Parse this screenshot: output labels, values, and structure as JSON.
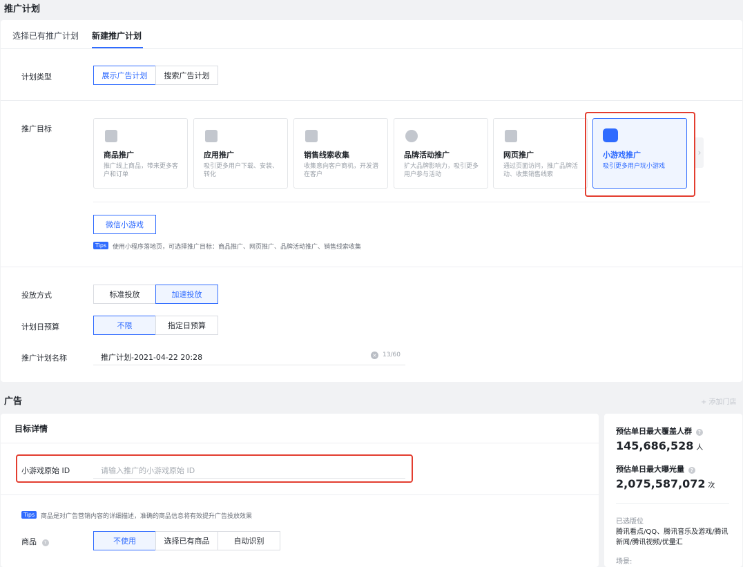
{
  "plan": {
    "section_title": "推广计划",
    "tabs": [
      {
        "label": "选择已有推广计划"
      },
      {
        "label": "新建推广计划"
      }
    ],
    "plan_type": {
      "label": "计划类型",
      "options": [
        "展示广告计划",
        "搜索广告计划"
      ]
    },
    "goal": {
      "label": "推广目标",
      "cards": [
        {
          "title": "商品推广",
          "desc": "推广线上商品，带来更多客户和订单",
          "icon": "shopping-bag-icon"
        },
        {
          "title": "应用推广",
          "desc": "吸引更多用户下载、安装、转化",
          "icon": "app-store-icon"
        },
        {
          "title": "销售线索收集",
          "desc": "收集意向客户商机，开发潜在客户",
          "icon": "lead-chart-icon"
        },
        {
          "title": "品牌活动推广",
          "desc": "扩大品牌影响力，吸引更多用户参与活动",
          "icon": "brand-check-icon"
        },
        {
          "title": "网页推广",
          "desc": "通过页面访问，推广品牌活动、收集销售线索",
          "icon": "webpage-icon"
        },
        {
          "title": "小游戏推广",
          "desc": "吸引更多用户玩小游戏",
          "icon": "game-controller-icon"
        }
      ],
      "sub_option": "微信小游戏",
      "tips_badge": "Tips",
      "tips_text": "使用小程序落地页，可选择推广目标：商品推广、网页推广、品牌活动推广、销售线索收集"
    },
    "delivery": {
      "label": "投放方式",
      "options": [
        "标准投放",
        "加速投放"
      ]
    },
    "budget": {
      "label": "计划日预算",
      "options": [
        "不限",
        "指定日预算"
      ]
    },
    "name": {
      "label": "推广计划名称",
      "value": "推广计划-2021-04-22 20:28",
      "count": "13/60"
    }
  },
  "ad": {
    "section_title": "广告",
    "add_store": "+ 添加门店",
    "target_detail": {
      "title": "目标详情",
      "game_id_label": "小游戏原始 ID",
      "game_id_placeholder": "请输入推广的小游戏原始 ID",
      "tips_badge": "Tips",
      "tips_text": "商品是对广告营销内容的详细描述，准确的商品信息将有效提升广告投放效果",
      "product_label": "商品",
      "product_options": [
        "不使用",
        "选择已有商品",
        "自动识别"
      ]
    },
    "estimate": {
      "reach_label": "预估单日最大覆盖人群",
      "reach_value": "145,686,528",
      "reach_unit": "人",
      "exposure_label": "预估单日最大曝光量",
      "exposure_value": "2,075,587,072",
      "exposure_unit": "次",
      "placement_label": "已选版位",
      "placement_value": "腾讯看点/QQ、腾讯音乐及游戏/腾讯新闻/腾讯视频/优量汇",
      "scene_label": "场景:"
    }
  },
  "colors": {
    "accent": "#2f6bff",
    "highlight": "#e33d2f"
  }
}
